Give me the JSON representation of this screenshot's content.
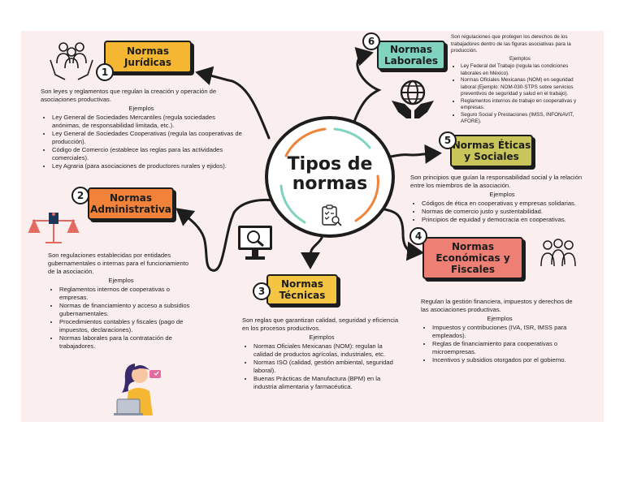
{
  "colors": {
    "juridicas": "#f5b731",
    "administrativa": "#f0823a",
    "tecnicas": "#f4c542",
    "laborales": "#7fd3bf",
    "eticas": "#c9c55a",
    "economicas": "#ee7f74",
    "center_orange": "#f0823a",
    "center_teal": "#7fd3bf"
  },
  "center": {
    "title_line1": "Tipos de",
    "title_line2": "normas",
    "icon": "clipboard-checklist-icon"
  },
  "nodes": {
    "juridicas": {
      "number": "1",
      "line1": "Normas",
      "line2": "Jurídicas",
      "icon": "hands-people-icon",
      "desc": "Son leyes y reglamentos que regulan la creación y operación de asociaciones productivas.",
      "ejemplos": "Ejemplos",
      "items": [
        "Ley General de Sociedades Mercantiles (regula sociedades anónimas, de responsabilidad limitada, etc.).",
        "Ley General de Sociedades Cooperativas (regula las cooperativas de producción).",
        "Código de Comercio (establece las reglas para las actividades comerciales).",
        "Ley Agraria (para asociaciones de productores rurales y ejidos)."
      ]
    },
    "administrativa": {
      "number": "2",
      "line1": "Normas",
      "line2": "Administrativa",
      "icon": "justice-scale-icon",
      "desc": "Son regulaciones establecidas por entidades gubernamentales o internas para el funcionamiento de la asociación.",
      "ejemplos": "Ejemplos",
      "items": [
        "Reglamentos internos de cooperativas o empresas.",
        "Normas de financiamiento y acceso a subsidios gubernamentales.",
        "Procedimientos contables y fiscales (pago de impuestos, declaraciones).",
        "Normas laborales para la contratación de trabajadores."
      ]
    },
    "tecnicas": {
      "number": "3",
      "line1": "Normas",
      "line2": "Técnicas",
      "icon": "computer-search-icon",
      "desc": "Son reglas que garantizan calidad, seguridad y eficiencia en los procesos productivos.",
      "ejemplos": "Ejemplos",
      "items": [
        "Normas Oficiales Mexicanas (NOM): regulan la calidad de productos agrícolas, industriales, etc.",
        "Normas ISO (calidad, gestión ambiental, seguridad laboral).",
        "Buenas Prácticas de Manufactura (BPM) en la industria alimentaria y farmacéutica."
      ]
    },
    "economicas": {
      "number": "4",
      "line1": "Normas",
      "line2": "Económicas y",
      "line3": "Fiscales",
      "icon": "group-people-icon",
      "desc": "Regulan la gestión financiera, impuestos y derechos de las asociaciones productivas.",
      "ejemplos": "Ejemplos",
      "items": [
        "Impuestos y contribuciones (IVA, ISR, IMSS para empleados).",
        "Reglas de financiamiento para cooperativas o microempresas.",
        "Incentivos y subsidios otorgados por el gobierno."
      ]
    },
    "eticas": {
      "number": "5",
      "line1": "Normas Éticas",
      "line2": "y Sociales",
      "desc": "Son principios que guían la responsabilidad social y la relación entre los miembros de la asociación.",
      "ejemplos": "Ejemplos",
      "items": [
        "Códigos de ética en cooperativas y empresas solidarias.",
        "Normas de comercio justo y sustentabilidad.",
        "Principios de equidad y democracia en cooperativas."
      ]
    },
    "laborales": {
      "number": "6",
      "line1": "Normas",
      "line2": "Laborales",
      "icon": "globe-hands-icon",
      "desc": "Son regulaciones que protegen los derechos de los trabajadores dentro de las figuras asociativas para la producción.",
      "ejemplos": "Ejemplos",
      "items": [
        "Ley Federal del Trabajo (regula las condiciones laborales en México).",
        "Normas Oficiales Mexicanas (NOM) en seguridad laboral (Ejemplo: NOM-030-STPS sobre servicios preventivos de seguridad y salud en el trabajo).",
        "Reglamentos internos de trabajo en cooperativas y empresas.",
        "Seguro Social y Prestaciones (IMSS, INFONAVIT, AFORE)."
      ]
    }
  },
  "decor": {
    "woman": "woman-laptop-illustration-icon"
  }
}
